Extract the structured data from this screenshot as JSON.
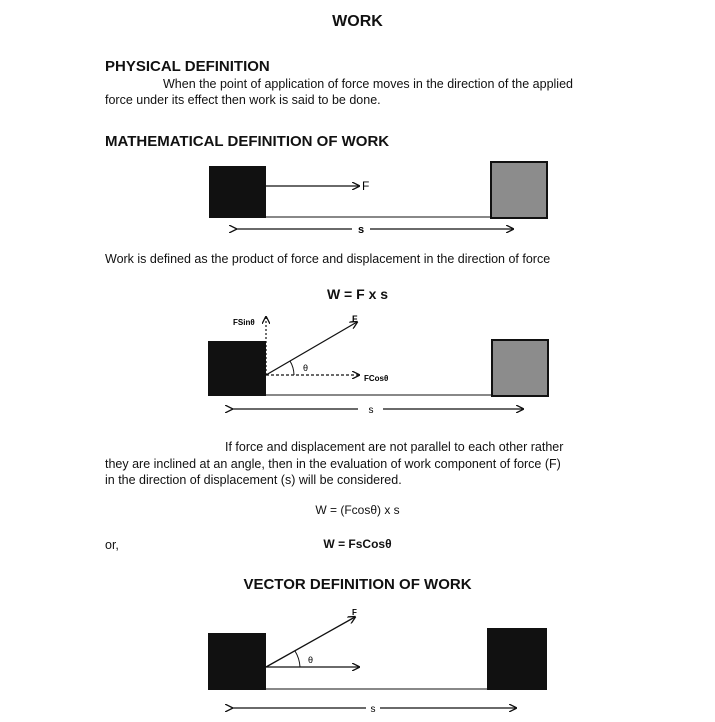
{
  "title": "WORK",
  "physical": {
    "heading": "PHYSICAL DEFINITION",
    "line1": "When the point of application of force moves in the direction of the applied",
    "line2": "force under its effect then work is said to be done."
  },
  "mathematical": {
    "heading": "MATHEMATICAL DEFINITION OF WORK",
    "diagram1": {
      "force_label": "F",
      "displacement_label": "s"
    },
    "definition": "Work is defined as the product of force and displacement in the direction of force",
    "formula": "W = F x s",
    "diagram2": {
      "vertical_label": "FSinθ",
      "force_label": "F",
      "angle_label": "θ",
      "horizontal_label": "FCosθ",
      "displacement_label": "s"
    },
    "para_line1": "If force and displacement are not parallel to each other rather",
    "para_line2": "they are inclined at an angle, then in the evaluation of work component of force (F)",
    "para_line3": "in the direction of displacement (s) will be considered.",
    "formula2": "W = (Fcosθ) x s",
    "or_label": "or,",
    "formula3": "W = FsCosθ"
  },
  "vector": {
    "heading": "VECTOR DEFINITION OF WORK",
    "diagram3": {
      "force_label": "F",
      "angle_label": "θ",
      "displacement_label": "s"
    }
  },
  "colors": {
    "dark_block": "#111111",
    "gray_block": "#8c8c8c"
  }
}
